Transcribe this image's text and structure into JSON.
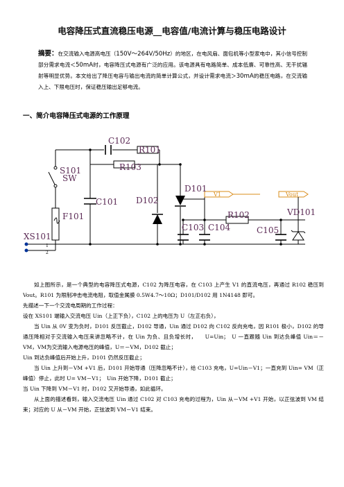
{
  "title": "电容降压式直流稳压电源__电容值/电流计算与稳压电路设计",
  "abstract": {
    "label": "摘要：",
    "t1": "在交流输入电源高电压（",
    "v1": "150V～264V/50Hz",
    "t2": "）的地区，在电风扇、面包机等小型家电中，其小信号控制部分需求电流＜",
    "v2": "50mA",
    "t3": "时，电容降压式电源有广泛的应用。该电源具有电路简单、成本低廉、可靠性高、无干扰辐射等明显优势。本文给出了降压电容与输出电流的简单计算公式，并设计需求电流＞",
    "v3": "30mA",
    "t4": "的稳压电路，在交流输入上、下限电压时，保证稳压输出足够电流。"
  },
  "section1": "一、简介电容降压式电源的工作原理",
  "circuit": {
    "labels": [
      "C102",
      "R101",
      "R103",
      "S101",
      "SW",
      "C101",
      "D102",
      "D101",
      "V1",
      "Vout",
      "R102",
      "VD101",
      "F101",
      "C103",
      "C104",
      "C105",
      "XS101",
      "1",
      "2"
    ]
  },
  "para": {
    "p1": "如上图所示，是一个典型的电容降压式电源，C102 为降压电容，在 C103 上产生 V1 的直流电压，再通过 R102 稳压到 Vout。R101 为限制冲击电流电阻，取值金属膜 0.5W4.7～10Ω；D101/D102 用 1N4148 即可。",
    "p2": "先描述一下一个交流电周期的工作过程：",
    "p3": "设在 XS101 端输入交流电压 Uin（上正下负），C102 上的电压为 U（左正右负），",
    "p4": "当 Uin 从 0V 变为负时，D101 反压截止，D102 导通，Uin 通过 D102 向 C102 反向充电，因 R101 极小，D102 的导通压降相对于交流输入电压来讲忽略不计，在 Uin 为负、且负增长时，　　U=Uin；　U 一直跟随 Uin 到达负峰值 Uin＝－VM，VM为交流输入电源电压的峰值，U＝－VM，D102 截止；",
    "p5": "Uin 到达负峰值后开始上升，D101 仍然反压截止；",
    "p6": "当 Uin 上升到－VM +V1 后，D101 开始导通（压降忽略不计），给 C103 充电，U=Uin－V1；一直充到 Uin= VM（正峰值）停止，此时 U= VM－V1；　Uin 开始下降，D101 截止；",
    "p7": "当 Uin 下降到 VM－V1 时，D102 又开始导通，如此循环。",
    "p8": "从上面的描述看到，输入交流电压 Uin 通过 C102 对 C103 充电的过程为，Uin 从－VM +V1 开始，以正弦波到 VM 结束；对应的 U 从－VM 开始，正弦波到 VM－V1 结束。"
  },
  "colors": {
    "wire": "#000000",
    "label": "#5b2a55",
    "tag": "#d98c1a",
    "dot": "#003399"
  }
}
